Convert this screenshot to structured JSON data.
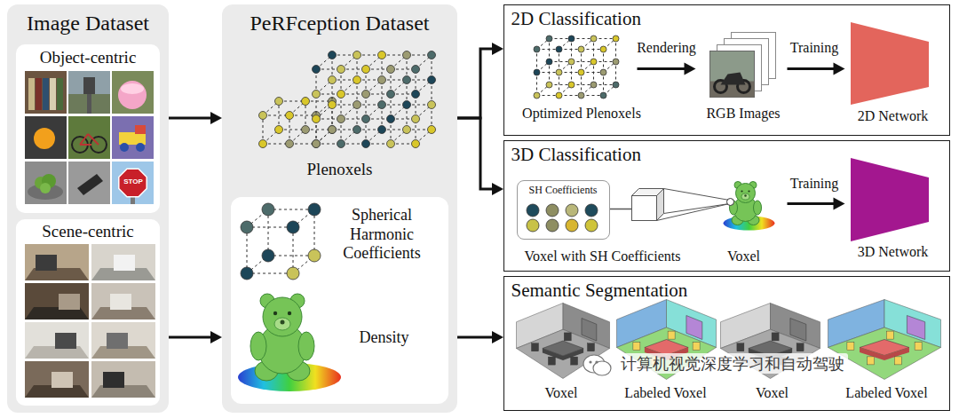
{
  "diagram": {
    "nodes": [
      {
        "text": [
          "Image Dataset"
        ]
      },
      {
        "text": [
          "Object-centric"
        ],
        "in": 0
      },
      {
        "text": [
          "Scene-centric"
        ],
        "in": 0
      },
      {
        "text": [
          "PeRFception Dataset",
          "Plenoxels"
        ]
      },
      {
        "text": [
          "Spherical Harmonic Coefficients",
          "Density"
        ],
        "in": 3
      },
      {
        "text": [
          "2D Classification",
          "Optimized Plenoxels",
          "Rendering",
          "RGB Images",
          "Training"
        ]
      },
      {
        "text": [
          "2D Network"
        ],
        "in": 5
      },
      {
        "text": [
          "3D Classification",
          "Voxel with SH Coefficients",
          "Voxel",
          "Training"
        ]
      },
      {
        "text": [
          "SH Coefficients"
        ],
        "in": 7
      },
      {
        "text": [
          "3D Network"
        ],
        "in": 7
      },
      {
        "text": [
          "Semantic Segmentation",
          "Voxel",
          "Labeled Voxel",
          "Voxel",
          "Labeled Voxel"
        ]
      }
    ],
    "edges": [
      {
        "from": 1,
        "to": 3,
        "arrow": "to"
      },
      {
        "from": 2,
        "to": 3,
        "arrow": "to"
      },
      {
        "from": 3,
        "to": 5,
        "arrow": "to"
      },
      {
        "from": 3,
        "to": 7,
        "arrow": "to"
      },
      {
        "from": 3,
        "to": 10,
        "arrow": "to"
      }
    ],
    "labels": [
      "STOP",
      "计算机视觉深度学习和自动驾驶"
    ]
  }
}
